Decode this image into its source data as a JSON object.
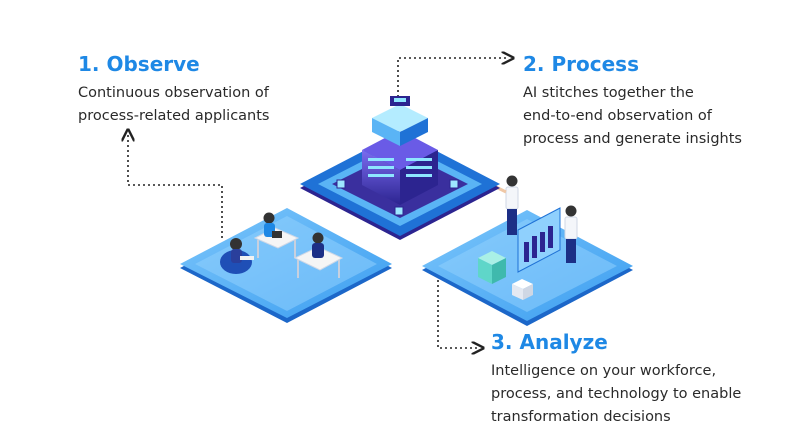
{
  "steps": [
    {
      "title": "1. Observe",
      "lines": [
        "Continuous observation of",
        "process-related applicants"
      ]
    },
    {
      "title": "2. Process",
      "lines": [
        "AI stitches together the",
        "end-to-end observation of",
        "process and generate insights"
      ]
    },
    {
      "title": "3. Analyze",
      "lines": [
        "Intelligence on your workforce,",
        "process, and technology to enable",
        "transformation decisions"
      ]
    }
  ],
  "colors": {
    "accent": "#1e88e5",
    "platform_light": "#5ab4f5",
    "platform_dark": "#1f72d6",
    "server_dark": "#3a2f9e",
    "arrow": "#222222"
  }
}
